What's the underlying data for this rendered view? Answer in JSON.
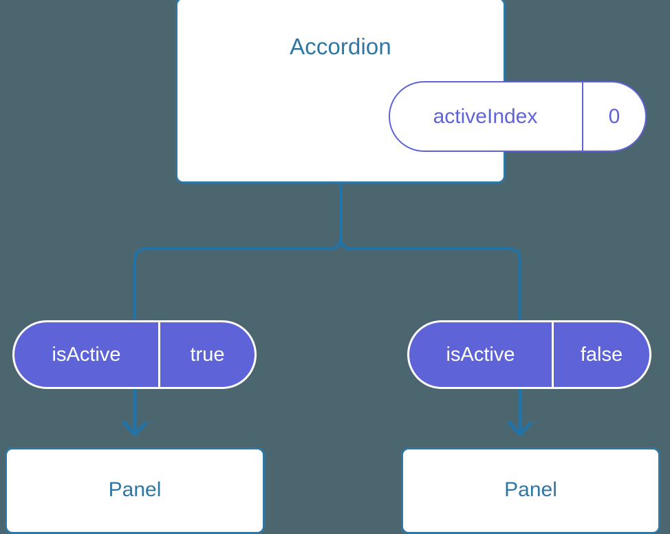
{
  "diagram": {
    "background_color": "#4c6670",
    "accent_blue": "#2e77a5",
    "accent_indigo": "#5e64d8",
    "root": {
      "title": "Accordion",
      "state_pill": {
        "key": "activeIndex",
        "value": "0"
      }
    },
    "branches": [
      {
        "prop_pill": {
          "key": "isActive",
          "value": "true"
        },
        "child": {
          "title": "Panel"
        }
      },
      {
        "prop_pill": {
          "key": "isActive",
          "value": "false"
        },
        "child": {
          "title": "Panel"
        }
      }
    ]
  }
}
